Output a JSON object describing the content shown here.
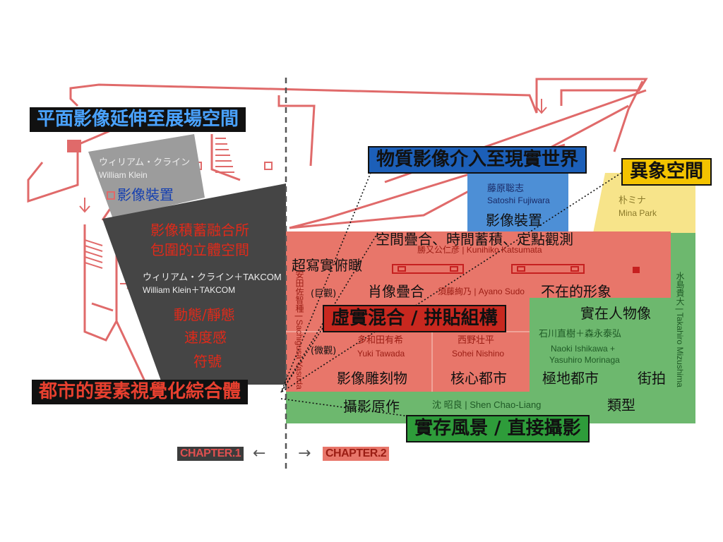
{
  "colors": {
    "plan_red": "#e06a6a",
    "red_block": "#e8766a",
    "green_block": "#6db86e",
    "blue_block": "#4d8fd6",
    "yellow_block": "#f7e48a",
    "dark_block": "#454545",
    "gray_block": "#9c9c9c",
    "label_black_bg": "#111111",
    "label_blue_bg": "#1c5fb8",
    "label_yellow_bg": "#f4c300",
    "label_red_bg": "#c8281f",
    "label_green_bg": "#2e9c3a",
    "text_red": "#e02a1a",
    "text_blue": "#1640b0"
  },
  "tags": {
    "ch1_main": "平面影像延伸至展場空間",
    "physical": "物質影像介入至現實世界",
    "strange": "異象空間",
    "mixed": "虛實混合 / 拼貼組構",
    "urban": "都市的要素視覺化綜合體",
    "landscape": "實存風景 / 直接攝影"
  },
  "gray_zone": {
    "artist_jp": "ウィリアム・クライン",
    "artist_en": "William Klein",
    "work": "影像裝置"
  },
  "dark_zone": {
    "heading_1": "影像積蓄融合所",
    "heading_2": "包圍的立體空間",
    "artist_jp": "ウィリアム・クライン＋TAKCOM",
    "artist_en": "William Klein＋TAKCOM",
    "kw_1": "動態/靜態",
    "kw_2": "速度感",
    "kw_3": "符號"
  },
  "blue_zone": {
    "artist_cn": "藤原聡志",
    "artist_en": "Satoshi Fujiwara",
    "work": "影像裝置"
  },
  "yellow_zone": {
    "artist_kr": "朴ミナ",
    "artist_en": "Mina Park"
  },
  "red_zone": {
    "theme": "空間疊合、時間蓄積、定點觀測",
    "artist_katsumata": "勝又公仁彦 | Kunihiko Katsumata",
    "sub_1": "超寫實俯瞰",
    "macro": "(巨觀)",
    "sub_2": "肖像疊合",
    "artist_sudo": "須藤絢乃 | Ayano Sudo",
    "sub_3": "不在的形象",
    "micro": "(微觀)",
    "tawada_cn": "多和田有希",
    "tawada_en": "Yuki Tawada",
    "nishino_cn": "西野壮平",
    "nishino_en": "Sohei Nishino",
    "sub_4": "影像雕刻物",
    "sub_5": "核心都市",
    "yasuda": "安田佐智種 | Sachigusa Yasuda"
  },
  "green_zone": {
    "sub_1": "實在人物像",
    "artists_cn": "石川直樹＋森永泰弘",
    "artists_en_1": "Naoki Ishikawa +",
    "artists_en_2": "Yasuhiro Morinaga",
    "sub_2": "極地都市",
    "sub_3": "街拍",
    "sub_4": "攝影原作",
    "shen": "沈 昭良 | Shen Chao-Liang",
    "sub_5": "類型",
    "mizushima": "水島貴大 | Takahiro Mizushima"
  },
  "chapters": {
    "ch1": "CHAPTER.1",
    "ch2": "CHAPTER.2",
    "arrow_left": "←",
    "arrow_right": "→"
  }
}
